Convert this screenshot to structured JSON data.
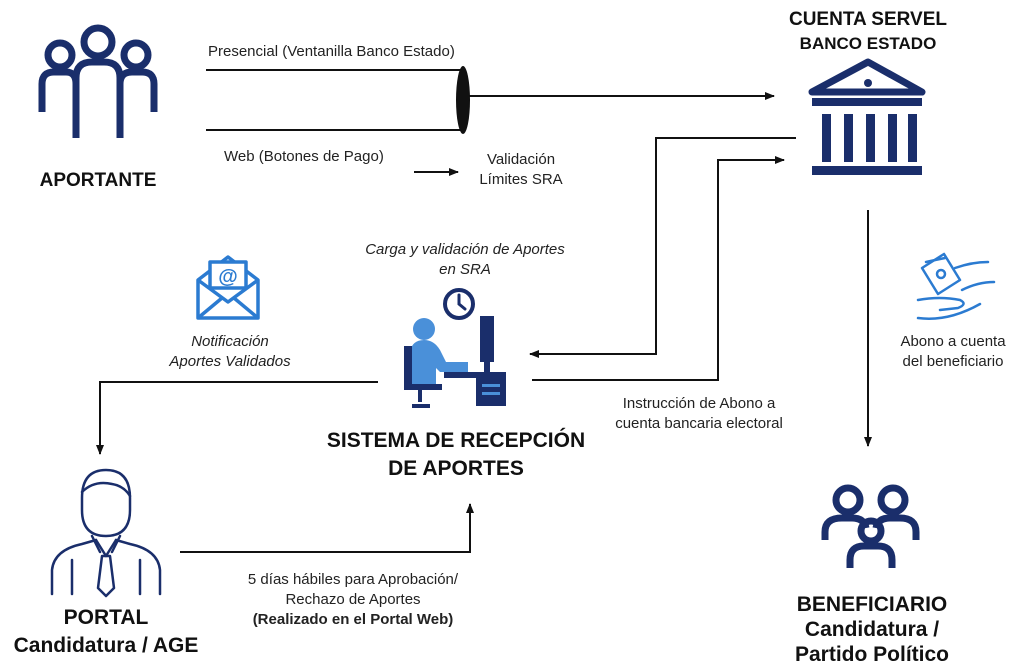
{
  "nodes": {
    "aportante": {
      "title": "APORTANTE"
    },
    "servel": {
      "line1": "CUENTA SERVEL",
      "line2": "BANCO ESTADO"
    },
    "sistema": {
      "line1": "SISTEMA DE RECEPCIÓN",
      "line2": "DE APORTES"
    },
    "portal": {
      "line1": "PORTAL",
      "line2": "Candidatura / AGE"
    },
    "beneficiario": {
      "line1": "BENEFICIARIO",
      "line2": "Candidatura /",
      "line3": "Partido Político"
    }
  },
  "labels": {
    "presencial": "Presencial (Ventanilla Banco Estado)",
    "web": "Web (Botones de Pago)",
    "validacion_line1": "Validación",
    "validacion_line2": "Límites SRA",
    "carga_line1": "Carga y validación de Aportes",
    "carga_line2": "en SRA",
    "notificacion_line1": "Notificación",
    "notificacion_line2": "Aportes Validados",
    "abono_line1": "Abono a cuenta",
    "abono_line2": "del beneficiario",
    "instruccion_line1": "Instrucción de Abono a",
    "instruccion_line2": "cuenta bancaria electoral",
    "plazo_line1": "5 días hábiles para Aprobación/",
    "plazo_line2": "Rechazo de Aportes",
    "plazo_line3": "(Realizado en el Portal Web)"
  },
  "colors": {
    "navy": "#1a2e6b",
    "accent_blue": "#2b7bd1",
    "arrow": "#111111"
  },
  "icons": {
    "aportante": "group-of-people-icon",
    "servel": "bank-building-icon",
    "money": "hand-with-money-icon",
    "email": "email-envelope-icon",
    "sistema": "person-at-computer-icon",
    "portal": "businessman-icon",
    "beneficiario": "group-of-people-icon"
  }
}
